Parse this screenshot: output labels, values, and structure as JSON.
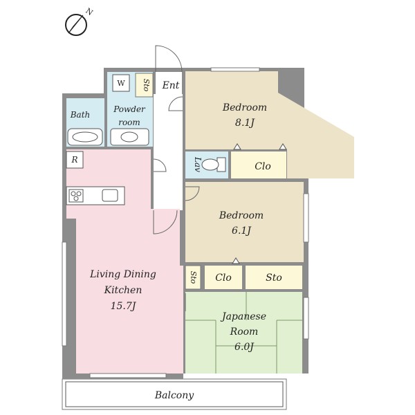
{
  "compass": {
    "label": "N",
    "icon": "north-arrow-icon"
  },
  "colors": {
    "ldk": "#f8dde3",
    "bedroom": "#ede3c8",
    "japanese": "#e2f0d2",
    "wet": "#d6ecf3",
    "storage": "#fdf8d8",
    "hall": "#ffffff",
    "wall": "#8c8c8c",
    "balcony": "#ffffff"
  },
  "rooms": {
    "entrance": "Ent",
    "storage_entrance": "Sto",
    "washer": "W",
    "powder_room": [
      "Powder",
      "room"
    ],
    "bath": "Bath",
    "refrigerator": "R",
    "bedroom_1": {
      "name": "Bedroom",
      "size": "8.1J"
    },
    "lavatory": "Lav",
    "closet_1": "Clo",
    "bedroom_2": {
      "name": "Bedroom",
      "size": "6.1J"
    },
    "ldk": {
      "line1": "Living Dining",
      "line2": "Kitchen",
      "size": "15.7J"
    },
    "storage_hall": "Sto",
    "closet_2": "Clo",
    "storage_2": "Sto",
    "japanese_room": {
      "line1": "Japanese",
      "line2": "Room",
      "size": "6.0J"
    },
    "balcony": "Balcony"
  }
}
